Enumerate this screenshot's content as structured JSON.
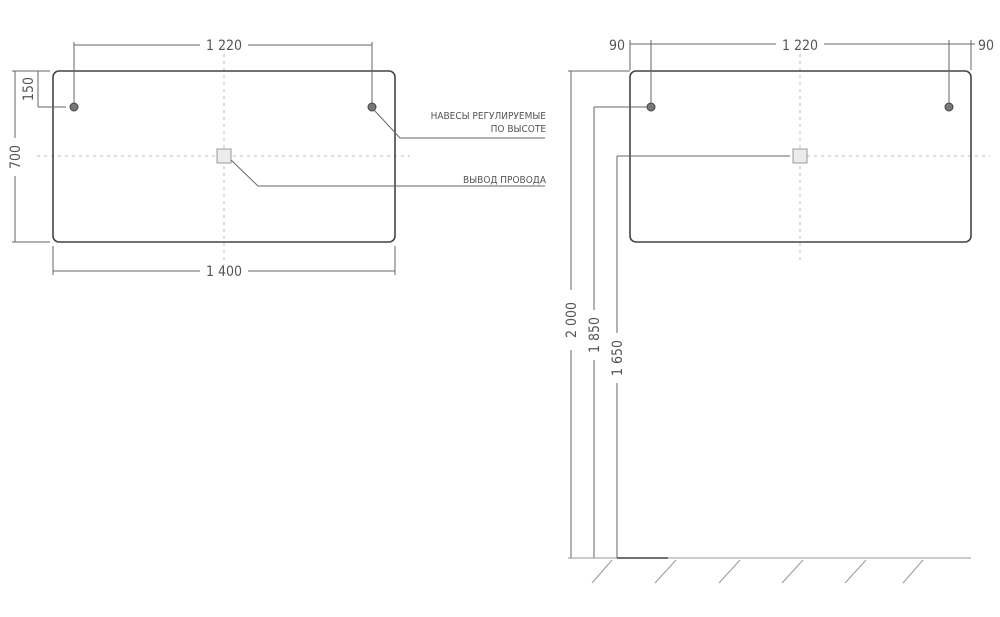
{
  "front_view": {
    "hook_spacing": "1 220",
    "width": "1 400",
    "height": "700",
    "hook_offset_top": "150",
    "notes": {
      "hooks_line1": "НАВЕСЫ РЕГУЛИРУЕМЫЕ",
      "hooks_line2": "ПО ВЫСОТЕ",
      "wire_outlet": "ВЫВОД ПРОВОДА"
    }
  },
  "mounting_view": {
    "left_margin": "90",
    "hook_spacing": "1 220",
    "right_margin": "90",
    "top_height": "2 000",
    "hook_height": "1 850",
    "outlet_height": "1 650"
  }
}
